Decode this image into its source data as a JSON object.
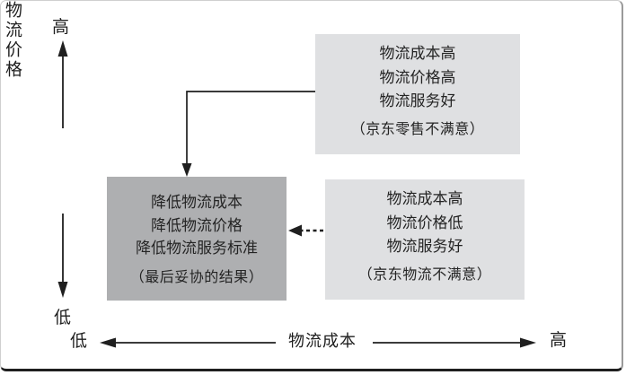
{
  "y_axis": {
    "top_label": "高",
    "title": "物流价格",
    "bottom_label": "低"
  },
  "x_axis": {
    "left_label": "低",
    "title": "物流成本",
    "right_label": "高"
  },
  "boxes": {
    "top_right": {
      "lines": [
        "物流成本高",
        "物流价格高",
        "物流服务好"
      ],
      "note": "（京东零售不满意）"
    },
    "bottom_right": {
      "lines": [
        "物流成本高",
        "物流价格低",
        "物流服务好"
      ],
      "note": "（京东物流不满意）"
    },
    "compromise": {
      "lines": [
        "降低物流成本",
        "降低物流价格",
        "降低物流服务标准"
      ],
      "note": "（最后妥协的结果）"
    }
  },
  "colors": {
    "box_light": "#dfe0e2",
    "box_dark": "#aeafb1",
    "line": "#1f1f1f",
    "text": "#242424",
    "background": "#ffffff"
  },
  "arrows": {
    "solid_elbow": "from top-right box to compromise box",
    "dashed": "from bottom-right box to compromise box"
  }
}
